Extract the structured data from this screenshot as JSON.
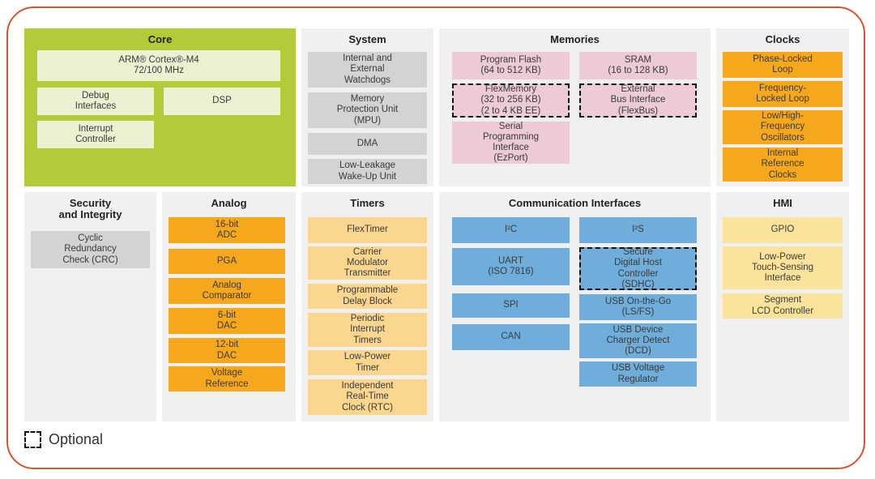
{
  "colors": {
    "frame_outline": "#d8542c",
    "core_panel_bg": "#b2cb38",
    "core_block": "#eaf2d2",
    "panel_bg": "#f0f0f1",
    "gray_block": "#d2d3d4",
    "pink_block": "#eccbd4",
    "orange_block": "#f6a81c",
    "light_orange_block": "#fbd68e",
    "blue_block": "#6faedb",
    "yellow_block": "#fce39b"
  },
  "legend": {
    "label": "Optional"
  },
  "panels": {
    "core": {
      "title": "Core",
      "blocks": [
        {
          "label": "ARM® Cortex®-M4\n72/100 MHz"
        },
        {
          "label": "Debug\nInterfaces"
        },
        {
          "label": "DSP"
        },
        {
          "label": "Interrupt\nController"
        }
      ]
    },
    "system": {
      "title": "System",
      "blocks": [
        {
          "label": "Internal and\nExternal\nWatchdogs"
        },
        {
          "label": "Memory\nProtection Unit\n(MPU)"
        },
        {
          "label": "DMA"
        },
        {
          "label": "Low-Leakage\nWake-Up Unit"
        }
      ]
    },
    "memories": {
      "title": "Memories",
      "blocks": [
        {
          "label": "Program Flash\n(64 to 512 KB)"
        },
        {
          "label": "SRAM\n(16 to 128 KB)"
        },
        {
          "label": "FlexMemory\n(32 to 256 KB)\n(2 to 4 KB EE)",
          "optional": true
        },
        {
          "label": "External\nBus Interface\n(FlexBus)",
          "optional": true
        },
        {
          "label": "Serial\nProgramming\nInterface\n(EzPort)"
        }
      ]
    },
    "clocks": {
      "title": "Clocks",
      "blocks": [
        {
          "label": "Phase-Locked\nLoop"
        },
        {
          "label": "Frequency-\nLocked Loop"
        },
        {
          "label": "Low/High-\nFrequency\nOscillators"
        },
        {
          "label": "Internal\nReference\nClocks"
        }
      ]
    },
    "security": {
      "title": "Security\nand Integrity",
      "blocks": [
        {
          "label": "Cyclic\nRedundancy\nCheck (CRC)"
        }
      ]
    },
    "analog": {
      "title": "Analog",
      "blocks": [
        {
          "label": "16-bit\nADC"
        },
        {
          "label": "PGA"
        },
        {
          "label": "Analog\nComparator"
        },
        {
          "label": "6-bit\nDAC"
        },
        {
          "label": "12-bit\nDAC"
        },
        {
          "label": "Voltage\nReference"
        }
      ]
    },
    "timers": {
      "title": "Timers",
      "blocks": [
        {
          "label": "FlexTimer"
        },
        {
          "label": "Carrier\nModulator\nTransmitter"
        },
        {
          "label": "Programmable\nDelay Block"
        },
        {
          "label": "Periodic\nInterrupt\nTimers"
        },
        {
          "label": "Low-Power\nTimer"
        },
        {
          "label": "Independent\nReal-Time\nClock (RTC)"
        }
      ]
    },
    "comm": {
      "title": "Communication Interfaces",
      "blocks": [
        {
          "label": "I²C"
        },
        {
          "label": "UART\n(ISO 7816)"
        },
        {
          "label": "SPI"
        },
        {
          "label": "CAN"
        },
        {
          "label": "I²S"
        },
        {
          "label": "Secure\nDigital Host\nController\n(SDHC)",
          "optional": true
        },
        {
          "label": "USB On-the-Go\n(LS/FS)"
        },
        {
          "label": "USB Device\nCharger Detect\n(DCD)"
        },
        {
          "label": "USB Voltage\nRegulator"
        }
      ]
    },
    "hmi": {
      "title": "HMI",
      "blocks": [
        {
          "label": "GPIO"
        },
        {
          "label": "Low-Power\nTouch-Sensing\nInterface"
        },
        {
          "label": "Segment\nLCD Controller"
        }
      ]
    }
  }
}
